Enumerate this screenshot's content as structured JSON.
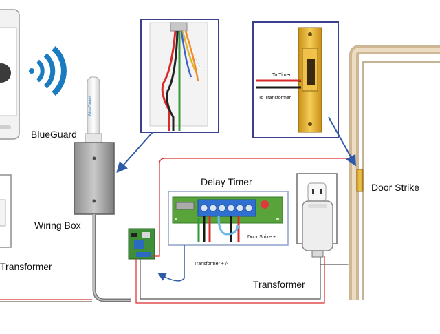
{
  "labels": {
    "blueguard": "BlueGuard",
    "wiring_box": "Wiring Box",
    "transformer_left": "Transformer",
    "transformer_bottom": "Transformer",
    "delay_timer": "Delay Timer",
    "door_strike": "Door Strike",
    "door_strike_plus": "Door Strike +",
    "transformer_plus_minus": "Transformer + /-",
    "to_timer": "To Timer",
    "to_transformer": "To Transformer",
    "antenna_brand": "BlueGuard"
  },
  "colors": {
    "wifi_blue": "#1a7bc1",
    "pcb_green": "#4e9a3a",
    "terminal_blue": "#3a7fd1",
    "wire_red": "#d92b2b",
    "strike_gold": "#e2ad2a",
    "door_frame": "#d8c3a3",
    "arrow_blue": "#2e5aa8"
  }
}
